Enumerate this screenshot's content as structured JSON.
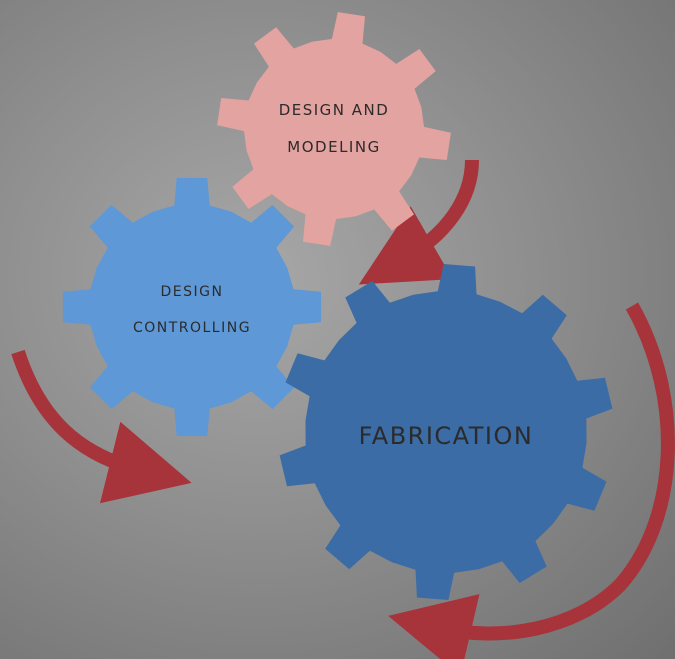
{
  "colors": {
    "background": "#8c8c8c",
    "arrow": "#a7343a",
    "design_and_modeling_gear": "#e3a3a1",
    "design_controlling_gear": "#5e98d6",
    "fabrication_gear": "#3b6ca5"
  },
  "gears": {
    "design_and_modeling": {
      "line1": "DESIGN AND",
      "line2": "MODELING",
      "teeth": 8
    },
    "design_controlling": {
      "line1": "DESIGN",
      "line2": "CONTROLLING",
      "teeth": 8
    },
    "fabrication": {
      "label": "FABRICATION",
      "teeth": 10
    }
  },
  "arrows": [
    {
      "from": "design_and_modeling",
      "to": "fabrication"
    },
    {
      "from": "design_controlling",
      "to": "fabrication"
    },
    {
      "from": "fabrication",
      "to": "design_controlling"
    }
  ]
}
